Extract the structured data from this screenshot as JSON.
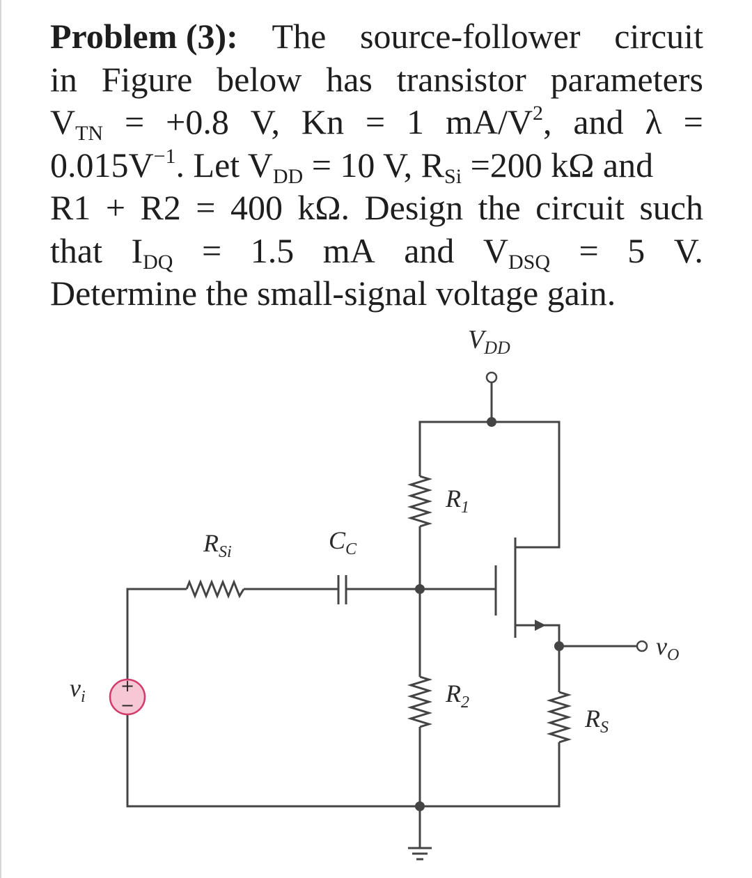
{
  "problem": {
    "lines": [
      [
        "Problem (3):",
        "The",
        "source-follower",
        "circuit"
      ],
      [
        "in",
        "Figure",
        "below",
        "has",
        "transistor",
        "parameters"
      ],
      [
        "V",
        "TN",
        "=",
        "+0.8",
        "V,",
        "Kn",
        "=",
        "1",
        "mA/V",
        "2",
        ",",
        "and",
        "λ",
        "="
      ],
      [
        "0.015V",
        "−1",
        ". Let V",
        "DD",
        " = 10 V, R",
        "Si",
        " =200 kΩ and"
      ],
      [
        "R1",
        "+",
        "R2",
        "=",
        "400",
        "kΩ.",
        "Design",
        "the",
        "circuit",
        "such"
      ],
      [
        "that",
        "I",
        "DQ",
        "=",
        "1.5",
        "mA",
        "and",
        "V",
        "DSQ",
        "=",
        "5",
        "V."
      ],
      [
        "Determine the small-signal voltage gain."
      ]
    ]
  },
  "circuit": {
    "vdd_label": {
      "main": "V",
      "sub": "DD"
    },
    "rsi_label": {
      "main": "R",
      "sub": "Si"
    },
    "cc_label": {
      "main": "C",
      "sub": "C"
    },
    "r1_label": {
      "main": "R",
      "sub": "1"
    },
    "r2_label": {
      "main": "R",
      "sub": "2"
    },
    "rs_label": {
      "main": "R",
      "sub": "S"
    },
    "vi_label": {
      "main": "v",
      "sub": "i"
    },
    "vo_label": {
      "main": "v",
      "sub": "O"
    },
    "source_plus": "+",
    "source_minus": "−",
    "colors": {
      "source_fill": "#f6c7d5",
      "source_stroke": "#d23b69",
      "wire": "#444444"
    }
  }
}
